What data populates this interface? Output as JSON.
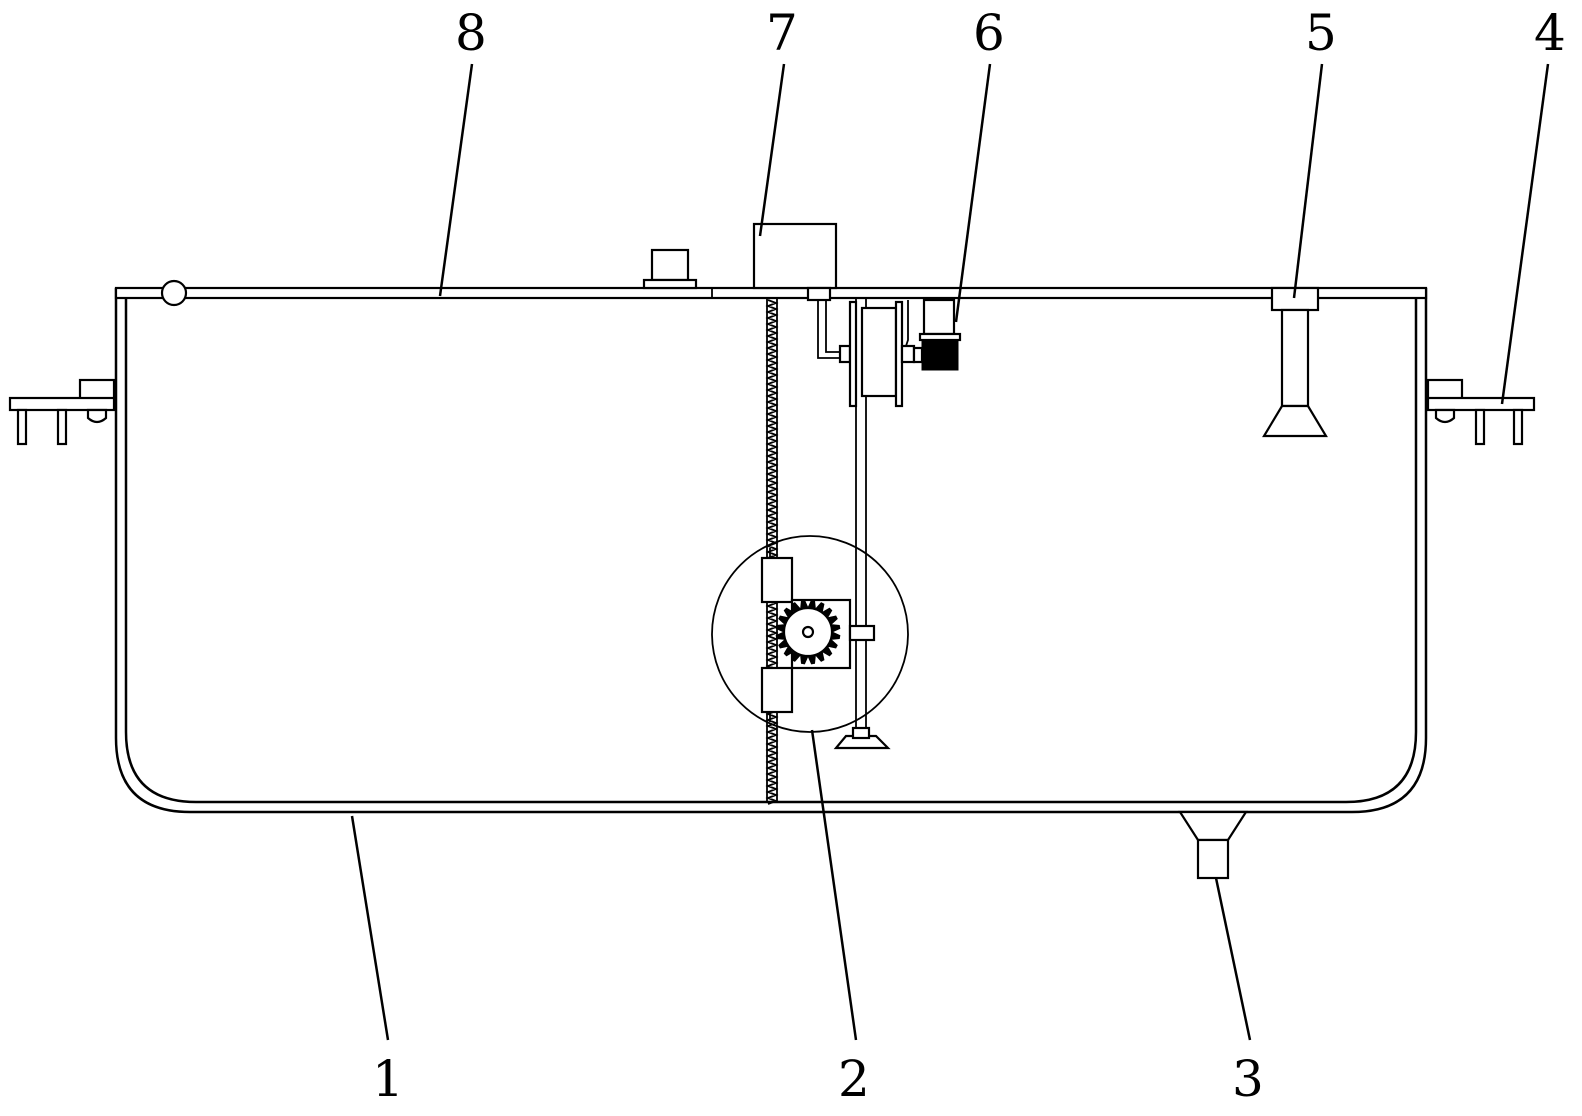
{
  "callouts": [
    {
      "id": "1",
      "text": "1"
    },
    {
      "id": "2",
      "text": "2"
    },
    {
      "id": "3",
      "text": "3"
    },
    {
      "id": "4",
      "text": "4"
    },
    {
      "id": "5",
      "text": "5"
    },
    {
      "id": "6",
      "text": "6"
    },
    {
      "id": "7",
      "text": "7"
    },
    {
      "id": "8",
      "text": "8"
    }
  ],
  "colors": {
    "line": "#000000",
    "background": "#ffffff"
  }
}
